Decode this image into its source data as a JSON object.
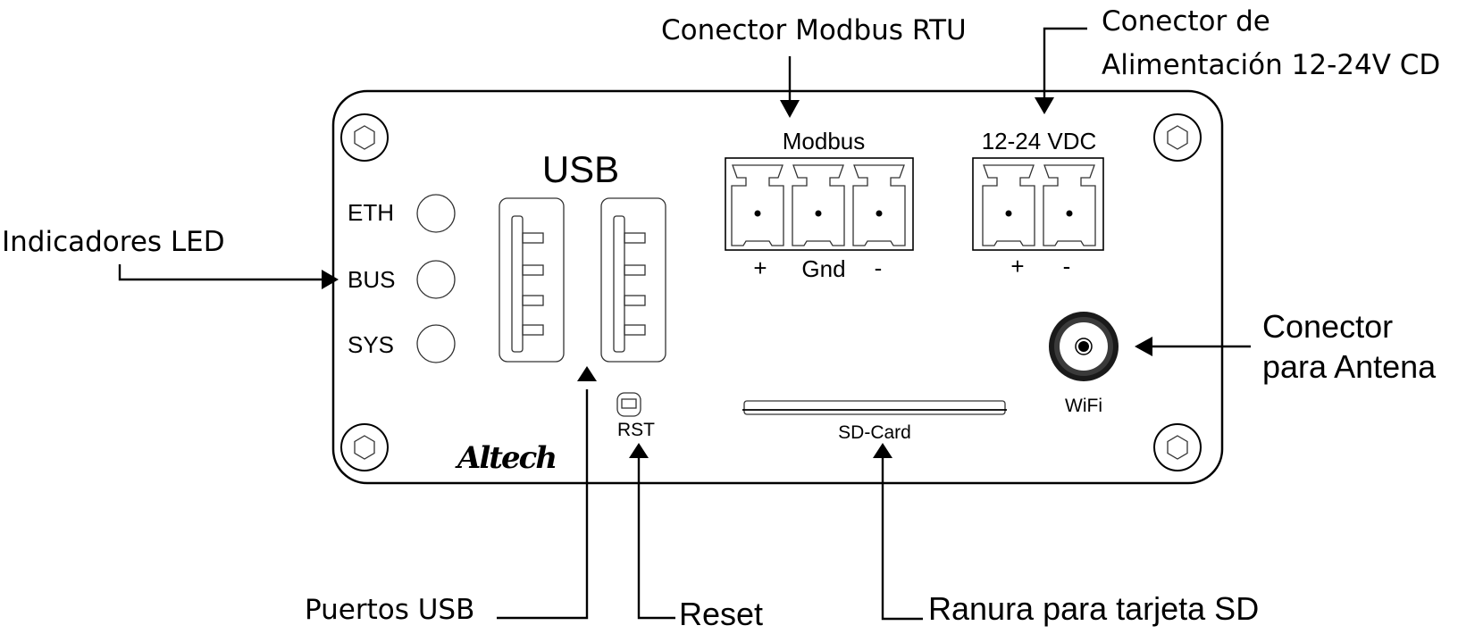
{
  "callouts": {
    "modbus_rtu": "Conector Modbus RTU",
    "power_line1": "Conector de",
    "power_line2": "Alimentación 12-24V CD",
    "leds": "Indicadores LED",
    "antenna_line1": "Conector",
    "antenna_line2": "para Antena",
    "usb_ports": "Puertos USB",
    "reset": "Reset",
    "sd_slot": "Ranura para tarjeta SD"
  },
  "panel": {
    "usb_title": "USB",
    "leds": [
      {
        "label": "ETH"
      },
      {
        "label": "BUS"
      },
      {
        "label": "SYS"
      }
    ],
    "modbus": {
      "title": "Modbus",
      "pins": [
        "+",
        "Gnd",
        "-"
      ]
    },
    "power": {
      "title": "12-24 VDC",
      "pins": [
        "+",
        "-"
      ]
    },
    "antenna_label": "WiFi",
    "sd_label": "SD-Card",
    "reset_label": "RST",
    "brand": "Altech"
  }
}
